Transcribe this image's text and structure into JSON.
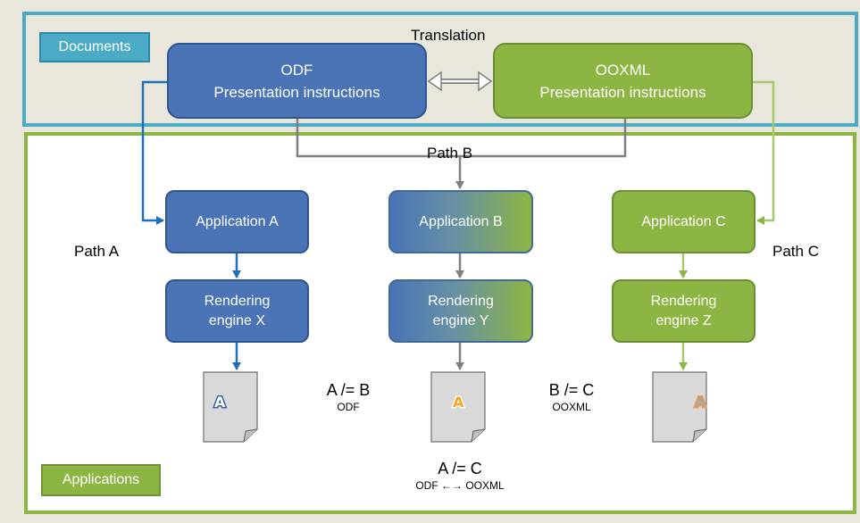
{
  "documents_label": "Documents",
  "applications_label": "Applications",
  "translation_label": "Translation",
  "odf_box": {
    "line1": "ODF",
    "line2": "Presentation instructions"
  },
  "ooxml_box": {
    "line1": "OOXML",
    "line2": "Presentation instructions"
  },
  "paths": {
    "a": "Path A",
    "b": "Path B",
    "c": "Path C"
  },
  "applications": {
    "a": "Application A",
    "b": "Application B",
    "c": "Application C"
  },
  "renderers": {
    "x": {
      "line1": "Rendering",
      "line2": "engine X"
    },
    "y": {
      "line1": "Rendering",
      "line2": "engine Y"
    },
    "z": {
      "line1": "Rendering",
      "line2": "engine Z"
    }
  },
  "pages": {
    "a": "A",
    "b": "A",
    "c": "A"
  },
  "inequalities": {
    "ab": {
      "expr": "A /= B",
      "sub": "ODF"
    },
    "bc": {
      "expr": "B /= C",
      "sub": "OOXML"
    },
    "ac": {
      "expr": "A /= C",
      "sub": "ODF ←→ OOXML"
    }
  },
  "colors": {
    "blue": "#4a74b5",
    "green": "#8db543",
    "teal": "#4babc6",
    "gray": "#7f7f7f"
  }
}
